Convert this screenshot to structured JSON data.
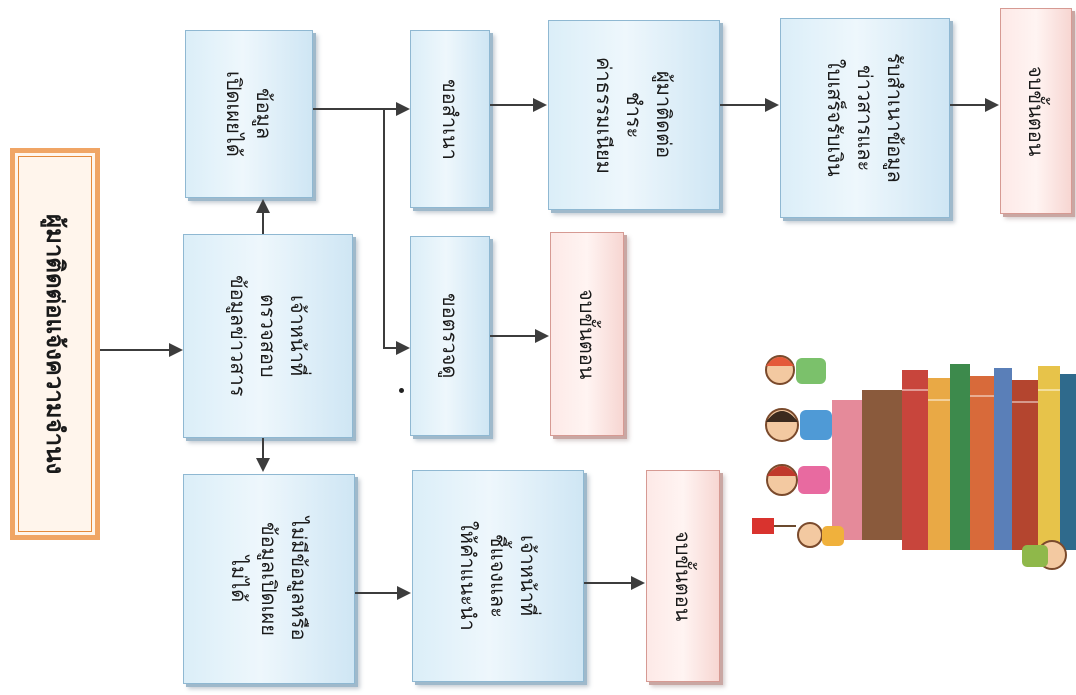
{
  "colors": {
    "box_fill": "#dbeef8",
    "box_border": "#8fb8d2",
    "end_fill": "#fde9e7",
    "title_border": "#f0a565",
    "arrow": "#3c3c3c"
  },
  "flow": {
    "start": "ผู้มาติดต่อแจ้งความจำนง",
    "officer_check": "เจ้าหน้าที่\nตรวจสอบ\nข้อมูลข่าวสาร",
    "info_disclosable": "ข้อมูล\nเปิดเผยได้",
    "info_not_disclosable": "ไม่มีข้อมูลหรือ\nข้อมูลเปิดเผย\nไม่ได้",
    "request_copy": "ขอสำเนา",
    "request_inspect": "ขอตรวจดู",
    "pay_fee": "ผู้มาติดต่อ\nชำระ\nค่าธรรมเนียม",
    "receive_copy": "รับสำเนาข้อมูล\nข่าวสารและ\nใบเสร็จรับเงิน",
    "officer_explain": "เจ้าหน้าที่\nชี้แจงและ\nให้คำแนะนำ",
    "end_1": "จบขั้นตอน",
    "end_2": "จบขั้นตอน",
    "end_3": "จบขั้นตอน"
  },
  "illustration": "children-with-books"
}
